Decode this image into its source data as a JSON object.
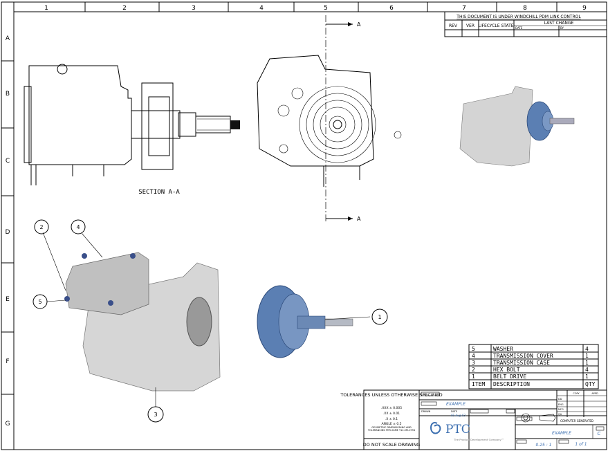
{
  "zones": {
    "columns": [
      "1",
      "2",
      "3",
      "4",
      "5",
      "6",
      "7",
      "8",
      "9"
    ],
    "rows": [
      "A",
      "B",
      "C",
      "D",
      "E",
      "F",
      "G"
    ]
  },
  "revision_block": {
    "title": "THIS DOCUMENT IS UNDER WINDCHILL PDM LINK CONTROL",
    "headers": [
      "REV",
      "VER",
      "LIFECYCLE STATE",
      "LAST CHANGE"
    ],
    "sub_headers": [
      "DATE",
      "BY"
    ]
  },
  "views": {
    "section_label": "SECTION  A-A",
    "section_marker": "A"
  },
  "balloons": [
    "1",
    "2",
    "3",
    "4",
    "5"
  ],
  "bom": {
    "headers": [
      "ITEM",
      "DESCRIPTION",
      "QTY"
    ],
    "rows": [
      {
        "item": "5",
        "description": "WASHER",
        "qty": "4"
      },
      {
        "item": "4",
        "description": "TRANSMISSION_COVER",
        "qty": "1"
      },
      {
        "item": "3",
        "description": "TRANSMISSION_CASE",
        "qty": "1"
      },
      {
        "item": "2",
        "description": "HEX BOLT",
        "qty": "4"
      },
      {
        "item": "1",
        "description": "BELT DRIVE",
        "qty": "1"
      }
    ]
  },
  "title_block": {
    "tolerance_title": "TOLERANCES UNLESS OTHERWISE SPECIFIED",
    "tolerances": [
      ".XXX ± 0.005",
      ".XX ± 0.01",
      ".X ± 0.1",
      "ANGLE ± 0.5"
    ],
    "gdt_note": "GEOMETRIC DIMENSIONING AND TOLERANCING PER ASME Y14.5M-1994",
    "do_not_scale": "DO NOT SCALE DRAWING",
    "part_name": "EXAMPLE",
    "drawn_label": "DRAWN",
    "date_label": "DATE",
    "date_value": "01-Aug-03",
    "copy_label": "COPY",
    "appd_label": "APPD",
    "check_rows": [
      "DD",
      "ENG",
      "MFG",
      "QA"
    ],
    "computer_generated": "COMPUTER GENERATED",
    "company": "PTC",
    "tagline": "The Product Development Company™",
    "drawing_number": "EXAMPLE",
    "size": "C",
    "scale": "0.25 : 1",
    "sheet": "1 of 1"
  },
  "colors": {
    "part_blue": "#5b7fb3",
    "part_gray": "#c8c8c8",
    "link_blue": "#3c6fb0"
  }
}
